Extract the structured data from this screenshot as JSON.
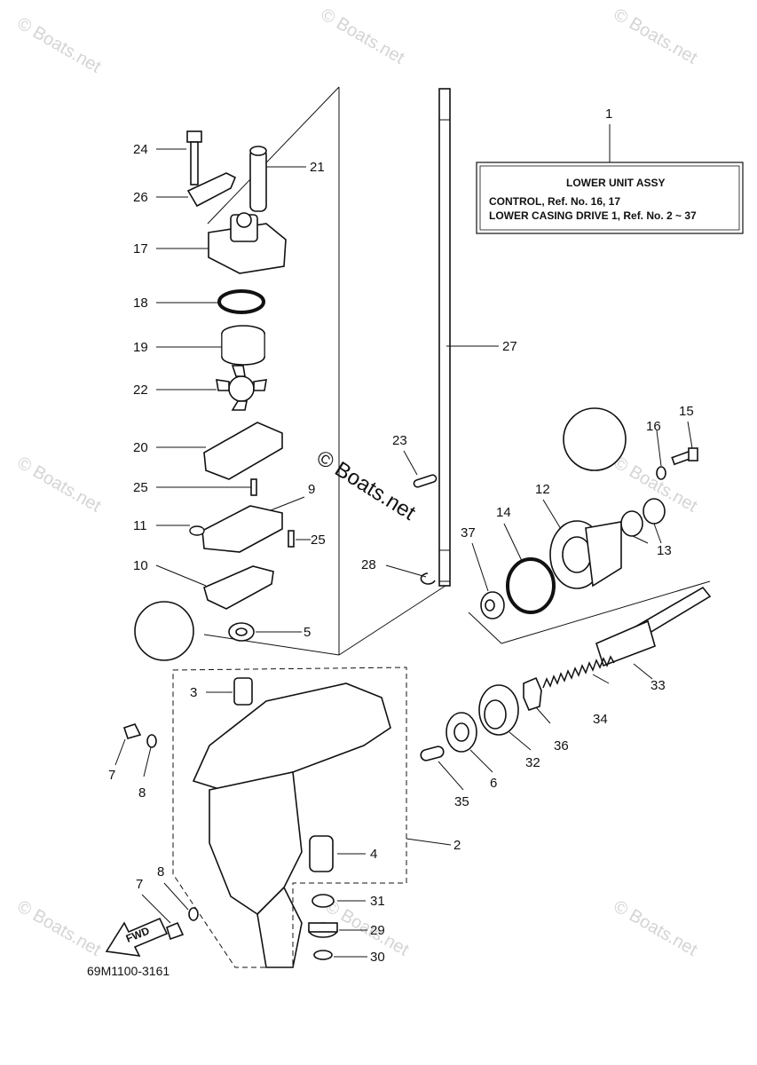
{
  "diagram": {
    "title_box": {
      "title": "LOWER UNIT ASSY",
      "line1": "CONTROL,   Ref. No. 16, 17",
      "line2": "LOWER CASING DRIVE 1,  Ref. No.  2 ~ 37"
    },
    "drawing_code": "69M1100-3161",
    "center_watermark": "© Boats.net",
    "watermark": "© Boats.net",
    "fwd_label": "FWD",
    "callouts": {
      "c1": "1",
      "c2": "2",
      "c3": "3",
      "c4": "4",
      "c5": "5",
      "c6": "6",
      "c7a": "7",
      "c7b": "7",
      "c8a": "8",
      "c8b": "8",
      "c9": "9",
      "c10": "10",
      "c11": "11",
      "c12": "12",
      "c13": "13",
      "c14": "14",
      "c15": "15",
      "c16": "16",
      "c17": "17",
      "c18": "18",
      "c19": "19",
      "c20": "20",
      "c21": "21",
      "c22": "22",
      "c23": "23",
      "c24": "24",
      "c25a": "25",
      "c25b": "25",
      "c26": "26",
      "c27": "27",
      "c28": "28",
      "c29": "29",
      "c30": "30",
      "c31": "31",
      "c32": "32",
      "c33": "33",
      "c34": "34",
      "c35": "35",
      "c36": "36",
      "c37": "37"
    }
  }
}
